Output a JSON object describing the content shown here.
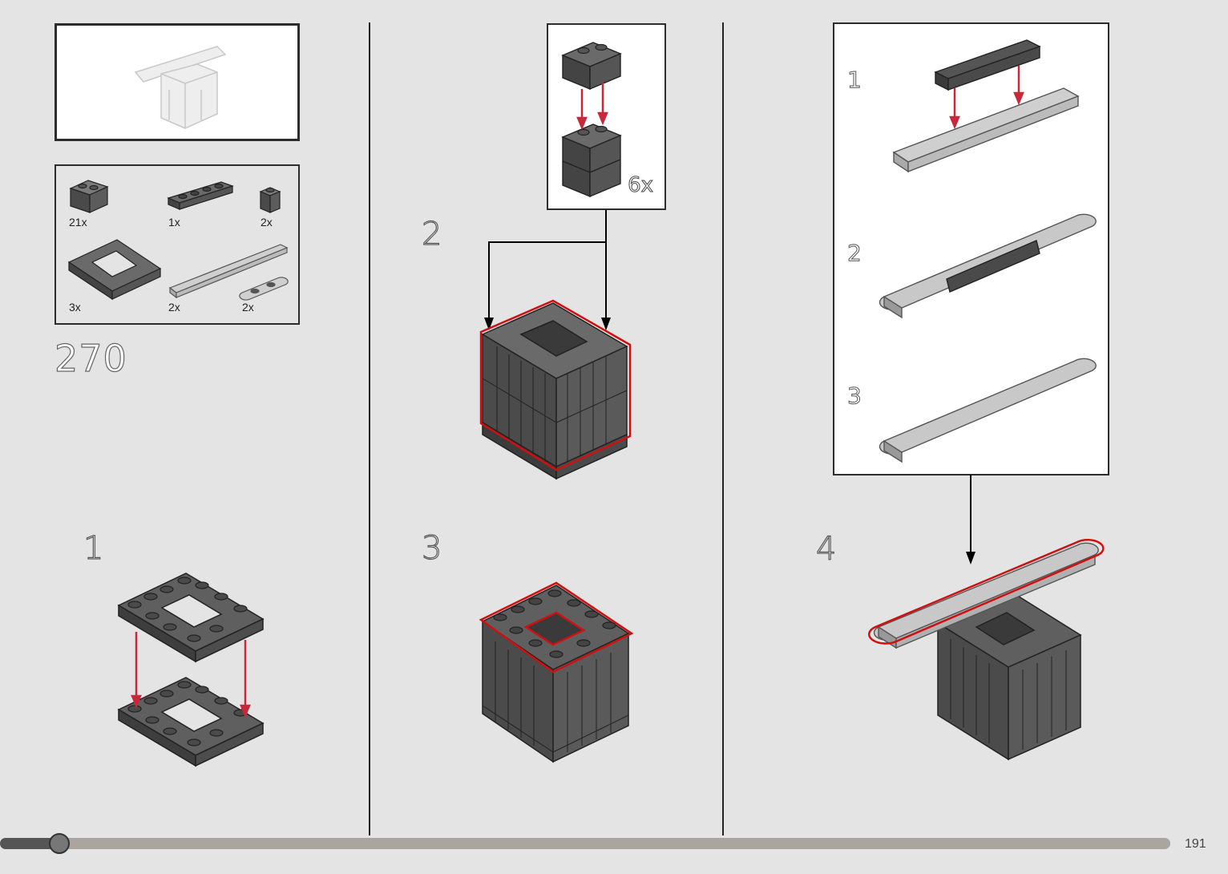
{
  "page": {
    "number": "191",
    "progress": 0.05
  },
  "set_step": {
    "number": "270"
  },
  "parts_list": [
    {
      "qty": "21x",
      "part": "brick-1x2-grille"
    },
    {
      "qty": "1x",
      "part": "plate-1x4-dark"
    },
    {
      "qty": "2x",
      "part": "brick-1x1-dark"
    },
    {
      "qty": "3x",
      "part": "plate-4x4-open-dark"
    },
    {
      "qty": "2x",
      "part": "plate-1x8-light"
    },
    {
      "qty": "2x",
      "part": "plate-1x2-rounded-light"
    }
  ],
  "steps": [
    {
      "label": "1"
    },
    {
      "label": "2",
      "callout_count": "6x"
    },
    {
      "label": "3"
    },
    {
      "label": "4",
      "callout_steps": [
        "1",
        "2",
        "3"
      ]
    }
  ],
  "colors": {
    "highlight": "#d01010",
    "arrow_red": "#c8283a",
    "dark_brick": "#5a5a5a",
    "light_brick": "#b8b8b8"
  }
}
